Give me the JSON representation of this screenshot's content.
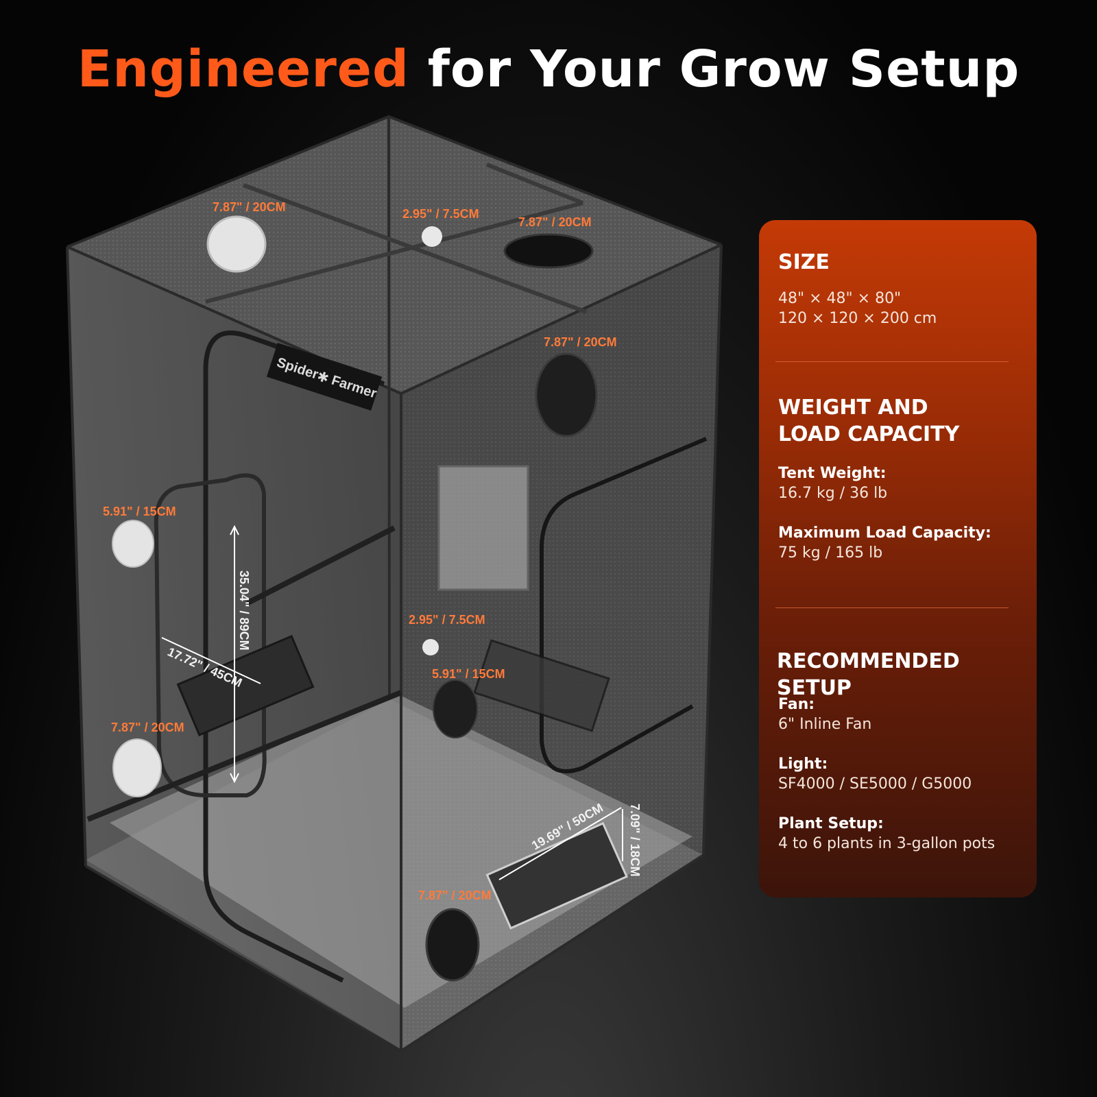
{
  "headline": {
    "accent": "Engineered",
    "rest": " for Your Grow Setup"
  },
  "colors": {
    "accent": "#ff5a1a",
    "card_top": "#c43a06",
    "card_bottom": "#3c140a",
    "dimension_label": "#ff7b3a"
  },
  "tent": {
    "brand": {
      "word1": "Spider",
      "word2": "Farmer"
    },
    "port_labels": {
      "top_left_vent": "7.87\" / 20CM",
      "top_small_port": "2.95\" / 7.5CM",
      "top_right_vent": "7.87\" / 20CM",
      "right_upper_vent": "7.87\" / 20CM",
      "left_upper_port": "5.91\" / 15CM",
      "left_lower_vent": "7.87\" / 20CM",
      "front_small_port": "2.95\" / 7.5CM",
      "front_mid_port": "5.91\" / 15CM",
      "front_bottom_vent": "7.87\" / 20CM"
    },
    "window_labels": {
      "door_height": "35.04\" / 89CM",
      "side_window_width": "17.72\" / 45CM",
      "bottom_window_width": "19.69\" / 50CM",
      "bottom_window_height": "7.09\" / 18CM"
    }
  },
  "specs": {
    "size": {
      "title": "SIZE",
      "line1": "48\" × 48\" × 80\"",
      "line2": "120 × 120 × 200 cm"
    },
    "weight": {
      "title_line1": "WEIGHT AND",
      "title_line2": "LOAD CAPACITY",
      "tent_weight_label": "Tent Weight:",
      "tent_weight_value": "16.7 kg / 36 lb",
      "max_load_label": "Maximum Load Capacity:",
      "max_load_value": "75 kg / 165 lb"
    },
    "setup": {
      "title": "RECOMMENDED SETUP",
      "fan_label": "Fan:",
      "fan_value": "6\" Inline Fan",
      "light_label": "Light:",
      "light_value": "SF4000 / SE5000 / G5000",
      "plant_label": "Plant Setup:",
      "plant_value": "4 to 6 plants in 3-gallon pots"
    }
  }
}
